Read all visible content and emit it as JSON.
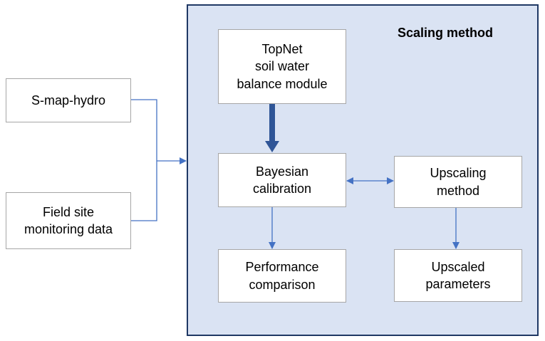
{
  "panel": {
    "title": "Scaling method"
  },
  "nodes": {
    "smap_hydro": "S-map-hydro",
    "field_site": "Field site\nmonitoring data",
    "topnet": "TopNet\nsoil water\nbalance module",
    "bayesian": "Bayesian\ncalibration",
    "upscaling_method": "Upscaling\nmethod",
    "performance": "Performance\ncomparison",
    "upscaled_params": "Upscaled\nparameters"
  },
  "colors": {
    "panel_fill": "#dae3f3",
    "panel_border": "#1f3864",
    "connector": "#4472c4",
    "thick_arrow": "#2f5597"
  }
}
